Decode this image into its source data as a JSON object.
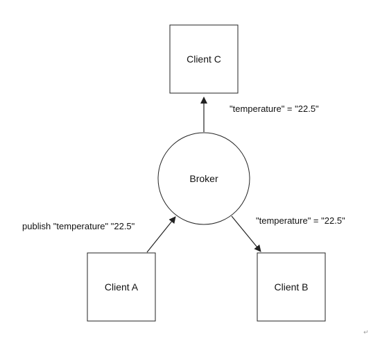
{
  "nodes": {
    "client_c": {
      "label": "Client C"
    },
    "broker": {
      "label": "Broker"
    },
    "client_a": {
      "label": "Client A"
    },
    "client_b": {
      "label": "Client B"
    }
  },
  "edges": {
    "a_to_broker": {
      "label": "publish \"temperature\" \"22.5\""
    },
    "broker_to_c": {
      "label": "\"temperature\" = \"22.5\""
    },
    "broker_to_b": {
      "label": "\"temperature\" = \"22.5\""
    }
  },
  "footer": {
    "return_mark": "↵"
  },
  "colors": {
    "stroke": "#222222",
    "fill": "#ffffff",
    "text": "#111111"
  }
}
